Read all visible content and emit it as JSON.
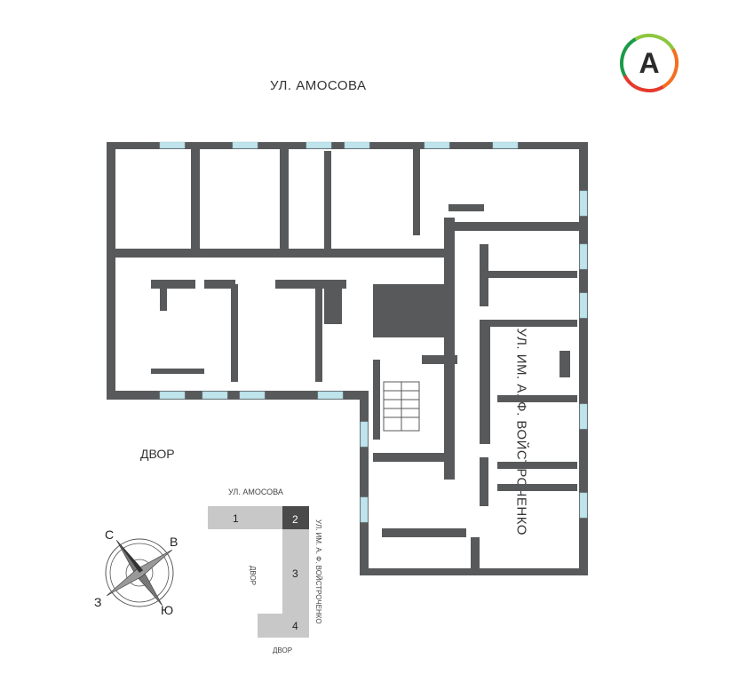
{
  "logo": {
    "letter": "A",
    "colors": [
      "#1a9b48",
      "#8dc63f",
      "#f36f21",
      "#e53a2c"
    ]
  },
  "streets": {
    "top": "УЛ. АМОСОВА",
    "right": "УЛ. ИМ. А. Ф. ВОЙСТРОЧЕНКО",
    "yard": "ДВОР"
  },
  "compass": {
    "north": "С",
    "east": "В",
    "south": "Ю",
    "west": "З"
  },
  "keymap": {
    "street_top": "УЛ. АМОСОВА",
    "street_right": "УЛ. ИМ. А. Ф. ВОЙСТРОЧЕНКО",
    "yard_left": "ДВОР",
    "yard_bottom": "ДВОР",
    "sections": [
      {
        "number": "1",
        "active": false
      },
      {
        "number": "2",
        "active": true
      },
      {
        "number": "3",
        "active": false
      },
      {
        "number": "4",
        "active": false
      }
    ]
  },
  "colors": {
    "wall": "#58595b",
    "window": "#bfe4ec",
    "section": "#c8c8c8",
    "section_active": "#4a4a4a"
  }
}
